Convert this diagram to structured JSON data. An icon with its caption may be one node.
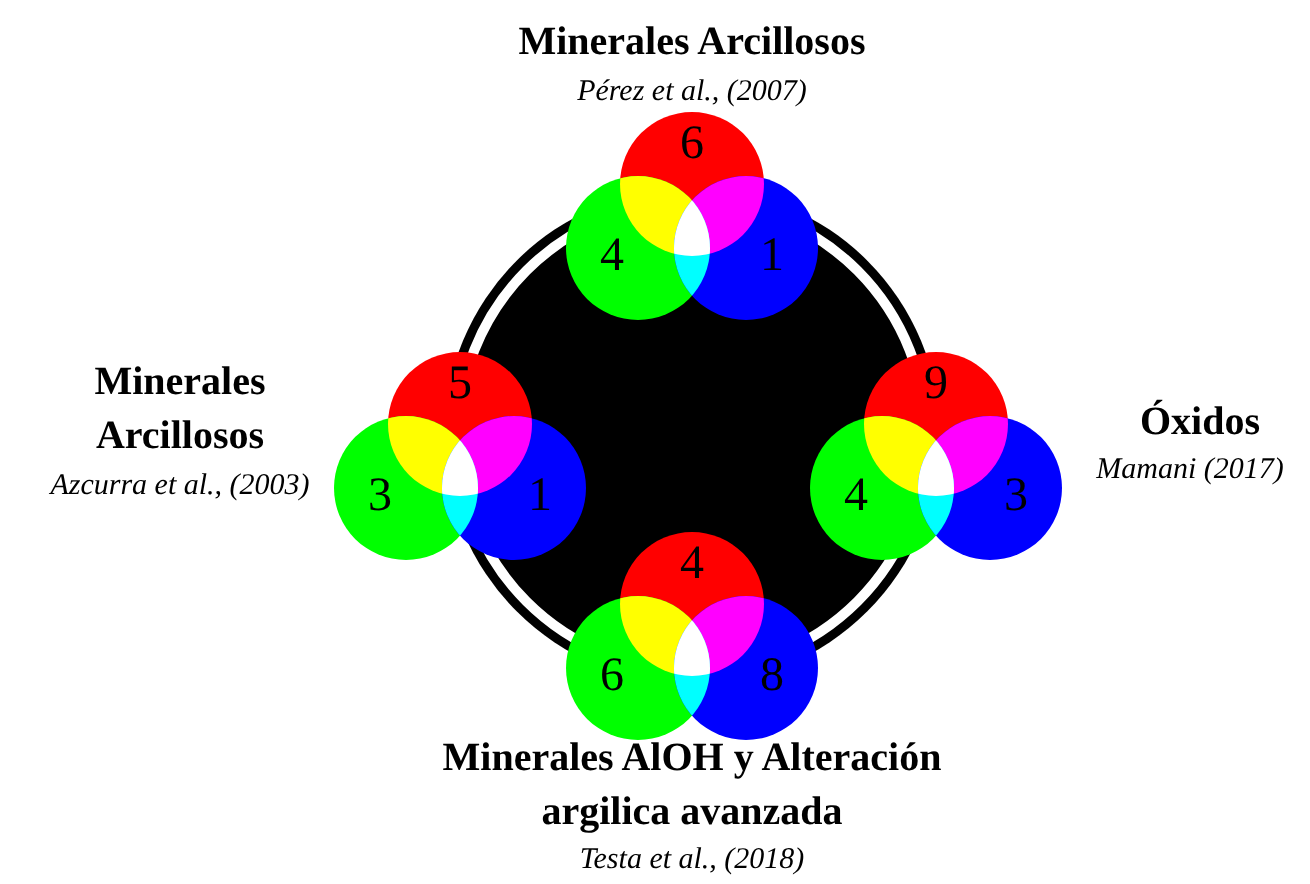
{
  "diagram": {
    "nodes": [
      {
        "text": [
          "6"
        ]
      },
      {
        "text": [
          "4"
        ]
      },
      {
        "text": [
          "1"
        ]
      },
      {
        "text": [
          "5"
        ]
      },
      {
        "text": [
          "3"
        ]
      },
      {
        "text": [
          "1"
        ]
      },
      {
        "text": [
          "9"
        ]
      },
      {
        "text": [
          "4"
        ]
      },
      {
        "text": [
          "3"
        ]
      },
      {
        "text": [
          "4"
        ]
      },
      {
        "text": [
          "6"
        ]
      },
      {
        "text": [
          "8"
        ]
      }
    ],
    "labels": [
      "Minerales Arcillosos",
      "Pérez et al., (2007)",
      "Minerales Arcillosos",
      "Azcurra et al., (2003)",
      "Óxidos",
      "Mamani (2017)",
      "Minerales AlOH y Alteración argilica avanzada",
      "Testa et al., (2018)"
    ]
  }
}
